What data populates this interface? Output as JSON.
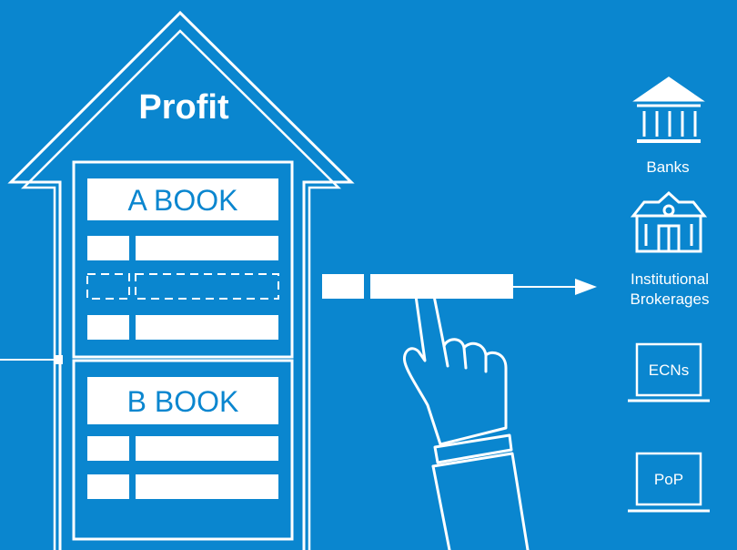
{
  "house": {
    "roof_label": "Profit",
    "a_book_label": "A BOOK",
    "b_book_label": "B BOOK"
  },
  "destinations": {
    "banks": "Banks",
    "institutional_line1": "Institutional",
    "institutional_line2": "Brokerages",
    "ecns": "ECNs",
    "pop": "PoP"
  },
  "icons": {
    "banks": "bank-building-icon",
    "institutional": "institution-building-icon",
    "ecns": "laptop-icon",
    "pop": "laptop-icon",
    "pointer": "pointing-hand-icon"
  },
  "colors": {
    "background": "#0a86cf",
    "foreground": "#ffffff"
  }
}
